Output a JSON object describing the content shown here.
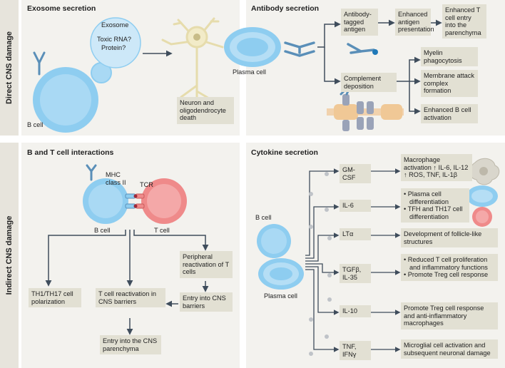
{
  "sidebars": {
    "direct": "Direct CNS damage",
    "indirect": "Indirect CNS damage"
  },
  "exosome": {
    "title": "Exosome secretion",
    "exosome_label": "Exosome",
    "cargo_line1": "Toxic RNA?",
    "cargo_line2": "Protein?",
    "b_cell": "B cell",
    "outcome": "Neuron and oligodendrocyte death"
  },
  "antibody": {
    "title": "Antibody secretion",
    "plasma_cell": "Plasma cell",
    "tagged": "Antibody-tagged antigen",
    "presentation": "Enhanced antigen presentation",
    "t_entry": "Enhanced T cell entry into the parenchyma",
    "complement": "Complement deposition",
    "myelin": "Myelin phagocytosis",
    "mac": "Membrane attack complex formation",
    "b_activation": "Enhanced B cell activation"
  },
  "bt": {
    "title": "B and T cell interactions",
    "mhc": "MHC class II",
    "tcr": "TCR",
    "b_cell": "B cell",
    "t_cell": "T cell",
    "peripheral": "Peripheral reactivation of T cells",
    "polarization": "TH1/TH17 cell polarization",
    "reactivation": "T cell reactivation in CNS barriers",
    "entry_barriers": "Entry into CNS barriers",
    "entry_parenchyma": "Entry into the CNS parenchyma"
  },
  "cytokine": {
    "title": "Cytokine secretion",
    "b_cell": "B cell",
    "plasma_cell": "Plasma cell",
    "cytokines": [
      "GM-CSF",
      "IL-6",
      "LTα",
      "TGFβ, IL-35",
      "IL-10",
      "TNF, IFNγ"
    ],
    "gmcsf_effect": "Macrophage activation ↑ IL-6, IL-12 ↑ ROS, TNF, IL-1β",
    "il6_effect_1": "• Plasma cell differentiation",
    "il6_effect_2": "• TFH and TH17 cell differentiation",
    "lta_effect": "Development of follicle-like structures",
    "tgfb_effect_1": "• Reduced T cell proliferation and inflammatory functions",
    "tgfb_effect_2": "• Promote Treg cell response",
    "il10_effect": "Promote Treg cell response and anti-inflammatory macrophages",
    "tnf_effect": "Microglial cell activation and subsequent neuronal damage"
  },
  "colors": {
    "b_cell": "#8ecdf0",
    "t_cell": "#ef8a8a",
    "box": "#e2e0d3",
    "panel": "#f3f2ee",
    "arrow": "#3f4d5c"
  }
}
